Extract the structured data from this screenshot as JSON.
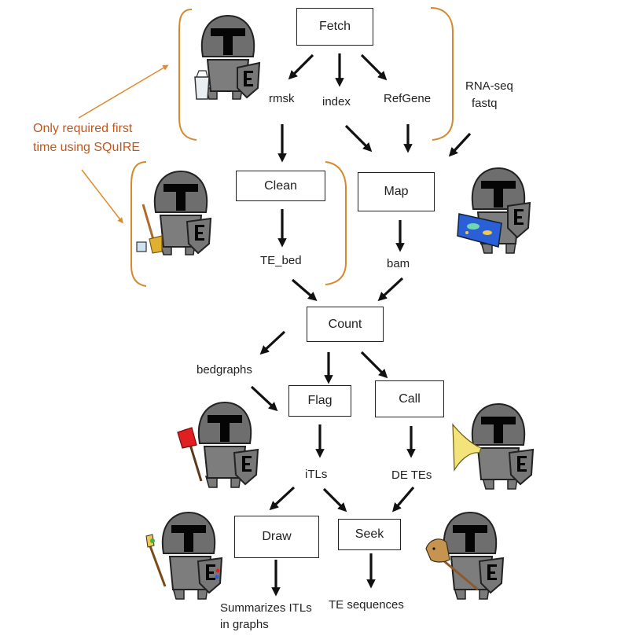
{
  "steps": {
    "fetch": "Fetch",
    "clean": "Clean",
    "map": "Map",
    "count": "Count",
    "flag": "Flag",
    "call": "Call",
    "draw": "Draw",
    "seek": "Seek"
  },
  "data_labels": {
    "rmsk": "rmsk",
    "index": "index",
    "refgene": "RefGene",
    "rnaseq_line1": "RNA-seq",
    "rnaseq_line2": "fastq",
    "te_bed": "TE_bed",
    "bam": "bam",
    "bedgraphs": "bedgraphs",
    "itls": "iTLs",
    "de_tes": "DE TEs",
    "summarizes_line1": "Summarizes ITLs",
    "summarizes_line2": "in graphs",
    "te_sequences": "TE sequences"
  },
  "note": {
    "line1": "Only required first",
    "line2": "time using SQuIRE"
  },
  "colors": {
    "bracket": "#d4892f",
    "note_text": "#c0581f",
    "note_arrow": "#e08a2e",
    "arrow": "#111111",
    "box_border": "#222222"
  },
  "icons": [
    "knight-bucket-icon",
    "knight-broom-icon",
    "knight-map-icon",
    "knight-flag-icon",
    "knight-horn-icon",
    "knight-paintbrush-icon",
    "knight-hobbyhorse-icon"
  ]
}
